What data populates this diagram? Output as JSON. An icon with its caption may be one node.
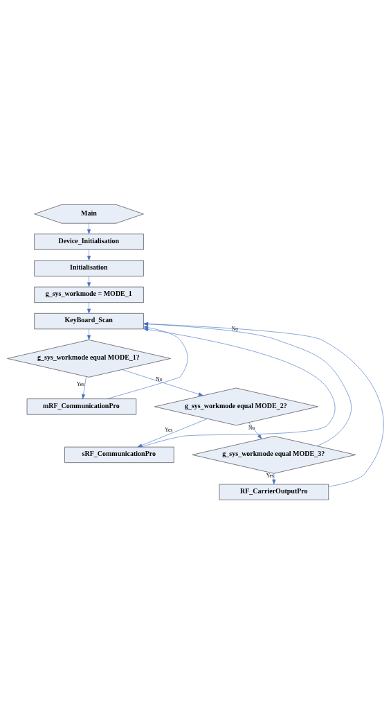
{
  "diagram": {
    "nodes": [
      {
        "text": [
          "Main"
        ]
      },
      {
        "text": [
          "Device_Initialisation"
        ]
      },
      {
        "text": [
          "Initialisation"
        ]
      },
      {
        "text": [
          "g_sys_workmode = MODE_1"
        ]
      },
      {
        "text": [
          "KeyBoard_Scan"
        ]
      },
      {
        "text": [
          "g_sys_workmode equal MODE_1?"
        ]
      },
      {
        "text": [
          "mRF_CommunicationPro"
        ]
      },
      {
        "text": [
          "g_sys_workmode equal MODE_2?"
        ]
      },
      {
        "text": [
          "sRF_CommunicationPro"
        ]
      },
      {
        "text": [
          "g_sys_workmode equal MODE_3?"
        ]
      },
      {
        "text": [
          "RF_CarrierOutputPro"
        ]
      }
    ],
    "edges": [
      {
        "from": 0,
        "to": 1,
        "arrow": "to"
      },
      {
        "from": 1,
        "to": 2,
        "arrow": "to"
      },
      {
        "from": 2,
        "to": 3,
        "arrow": "to"
      },
      {
        "from": 3,
        "to": 4,
        "arrow": "to"
      },
      {
        "from": 4,
        "to": 5,
        "arrow": "to"
      },
      {
        "from": 5,
        "to": 6,
        "arrow": "to",
        "label": "Yes"
      },
      {
        "from": 5,
        "to": 7,
        "arrow": "to",
        "label": "No"
      },
      {
        "from": 6,
        "to": 4,
        "arrow": "to"
      },
      {
        "from": 7,
        "to": 8,
        "arrow": "to",
        "label": "Yes"
      },
      {
        "from": 7,
        "to": 9,
        "arrow": "to",
        "label": "No"
      },
      {
        "from": 8,
        "to": 4,
        "arrow": "to"
      },
      {
        "from": 9,
        "to": 4,
        "arrow": "to",
        "label": "No"
      },
      {
        "from": 9,
        "to": 10,
        "arrow": "to",
        "label": "Yes"
      },
      {
        "from": 10,
        "to": 4,
        "arrow": "to"
      }
    ]
  }
}
